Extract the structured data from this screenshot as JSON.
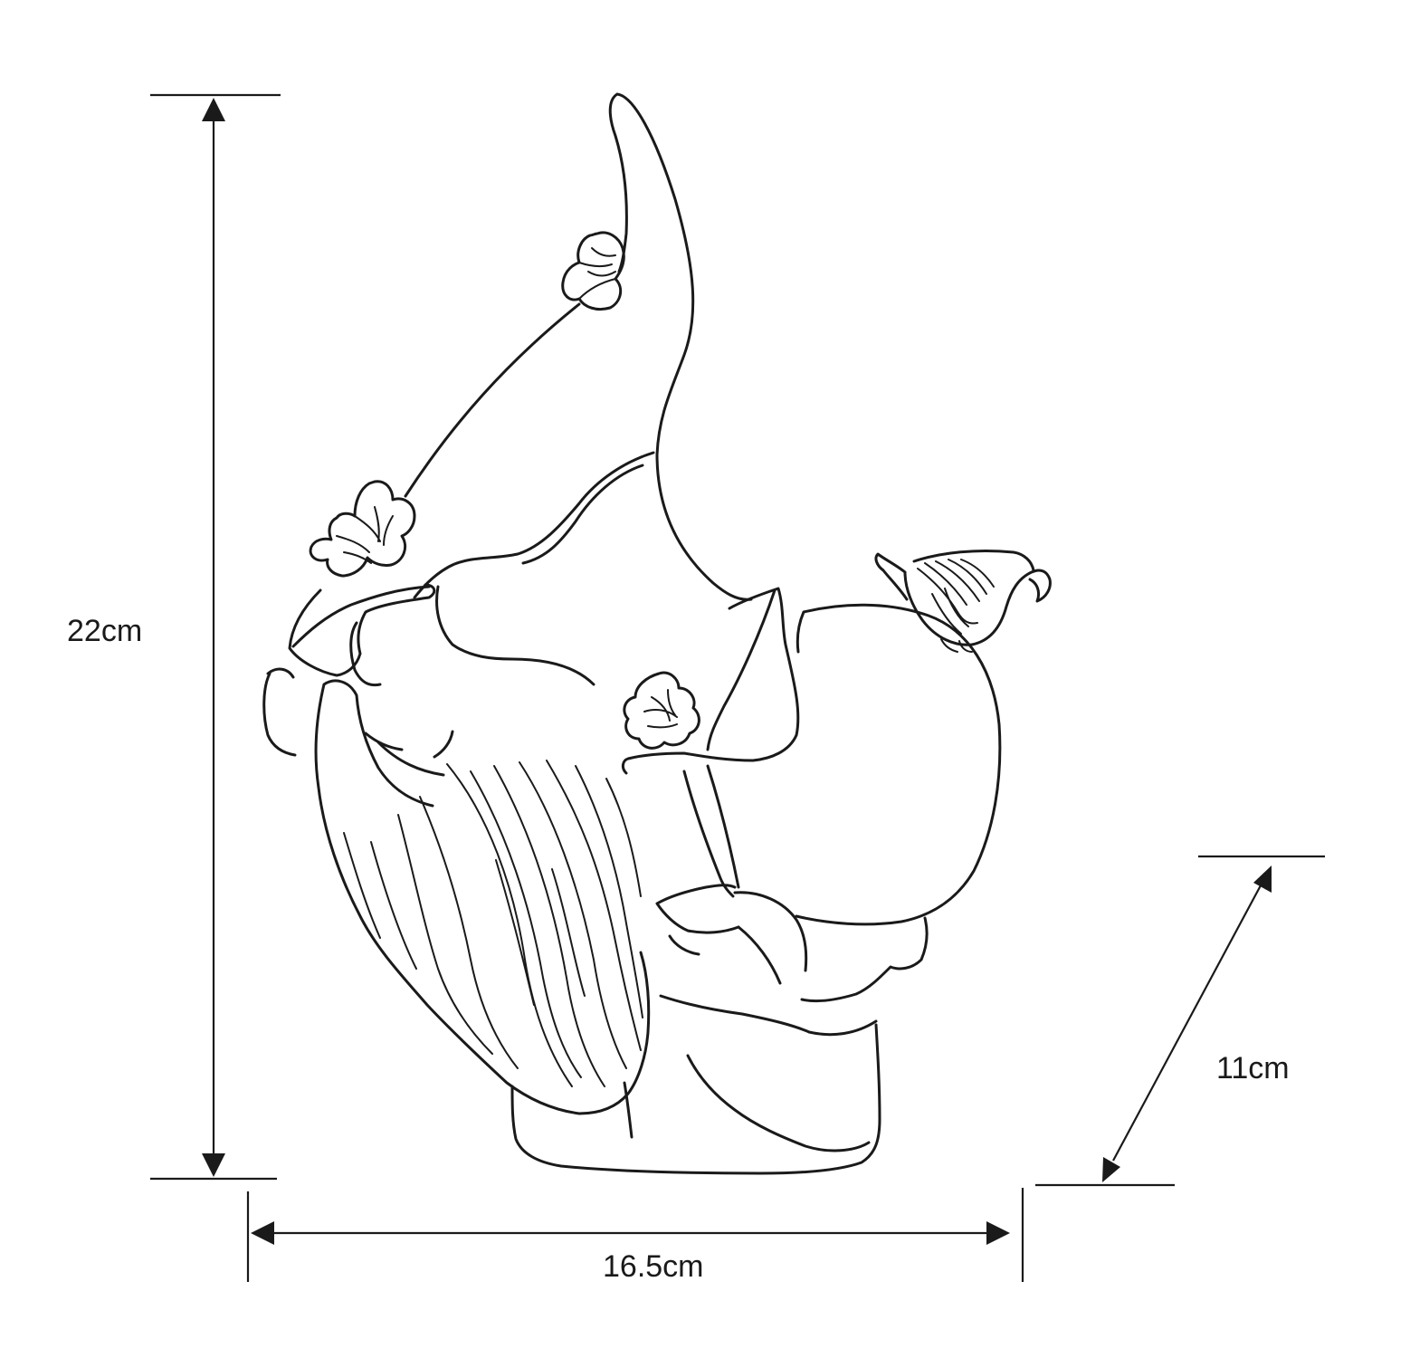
{
  "diagram": {
    "colors": {
      "ink": "#1a1a1a",
      "background": "#ffffff"
    },
    "dimensions": {
      "height_label": "22cm",
      "width_label": "16.5cm",
      "depth_label": "11cm"
    },
    "illustration": "gnome-figurine-line-art"
  }
}
